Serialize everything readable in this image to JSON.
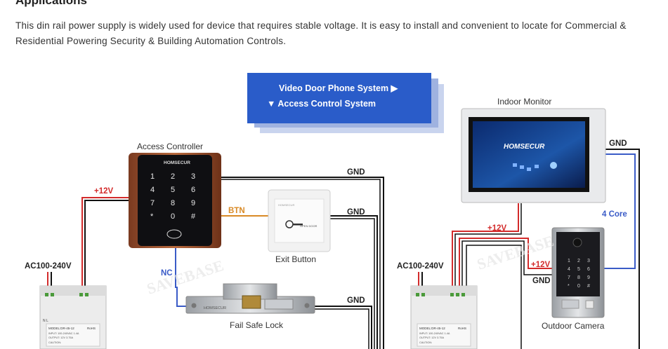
{
  "heading": "Applications",
  "description": "This din rail power supply is widely used for device that requires stable voltage. It is easy to install and convenient to locate for Commercial & Residential Powering Security & Building Automation Controls.",
  "menu": {
    "item1": "Video Door Phone System ▶",
    "item2": "▼ Access Control System"
  },
  "left": {
    "access_controller": "Access Controller",
    "brand": "HOMSECUR",
    "keys": [
      "1",
      "2",
      "3",
      "4",
      "5",
      "6",
      "7",
      "8",
      "9",
      "*",
      "0",
      "#"
    ],
    "plus12": "+12V",
    "ac": "AC100-240V",
    "btn": "BTN",
    "nc": "NC",
    "gnd1": "GND",
    "gnd2": "GND",
    "gnd3": "GND",
    "exit_button": "Exit Button",
    "exit_sticker": "HOMSECUR",
    "exit_open": "OPEN DOOR",
    "fail_safe_lock": "Fail Safe Lock",
    "lock_brand": "HOMSECUR"
  },
  "right": {
    "indoor_monitor": "Indoor Monitor",
    "monitor_brand": "HOMSECUR",
    "gnd_top": "GND",
    "four_core": "4 Core",
    "plus12a": "+12V",
    "plus12b": "+12V",
    "ac": "AC100-240V",
    "gnd_low": "GND",
    "outdoor_camera": "Outdoor Camera",
    "cam_keys": [
      "1",
      "2",
      "3",
      "4",
      "5",
      "6",
      "7",
      "8",
      "9",
      "*",
      "0",
      "#"
    ]
  },
  "psu": {
    "model": "MODEL:DR-45-12",
    "rohs": "RoHS",
    "input": "INPUT: 100-240VAC 1.4A",
    "output": "OUTPUT: 12V 3.75A",
    "caution": "CAUTION:",
    "terminals": "N  L"
  },
  "watermark": "SAVEBASE",
  "colors": {
    "red": "#d32b2b",
    "blue": "#3a5bc7",
    "black": "#111111",
    "orange": "#d98a26",
    "menu_bg": "#2a5cc9"
  }
}
